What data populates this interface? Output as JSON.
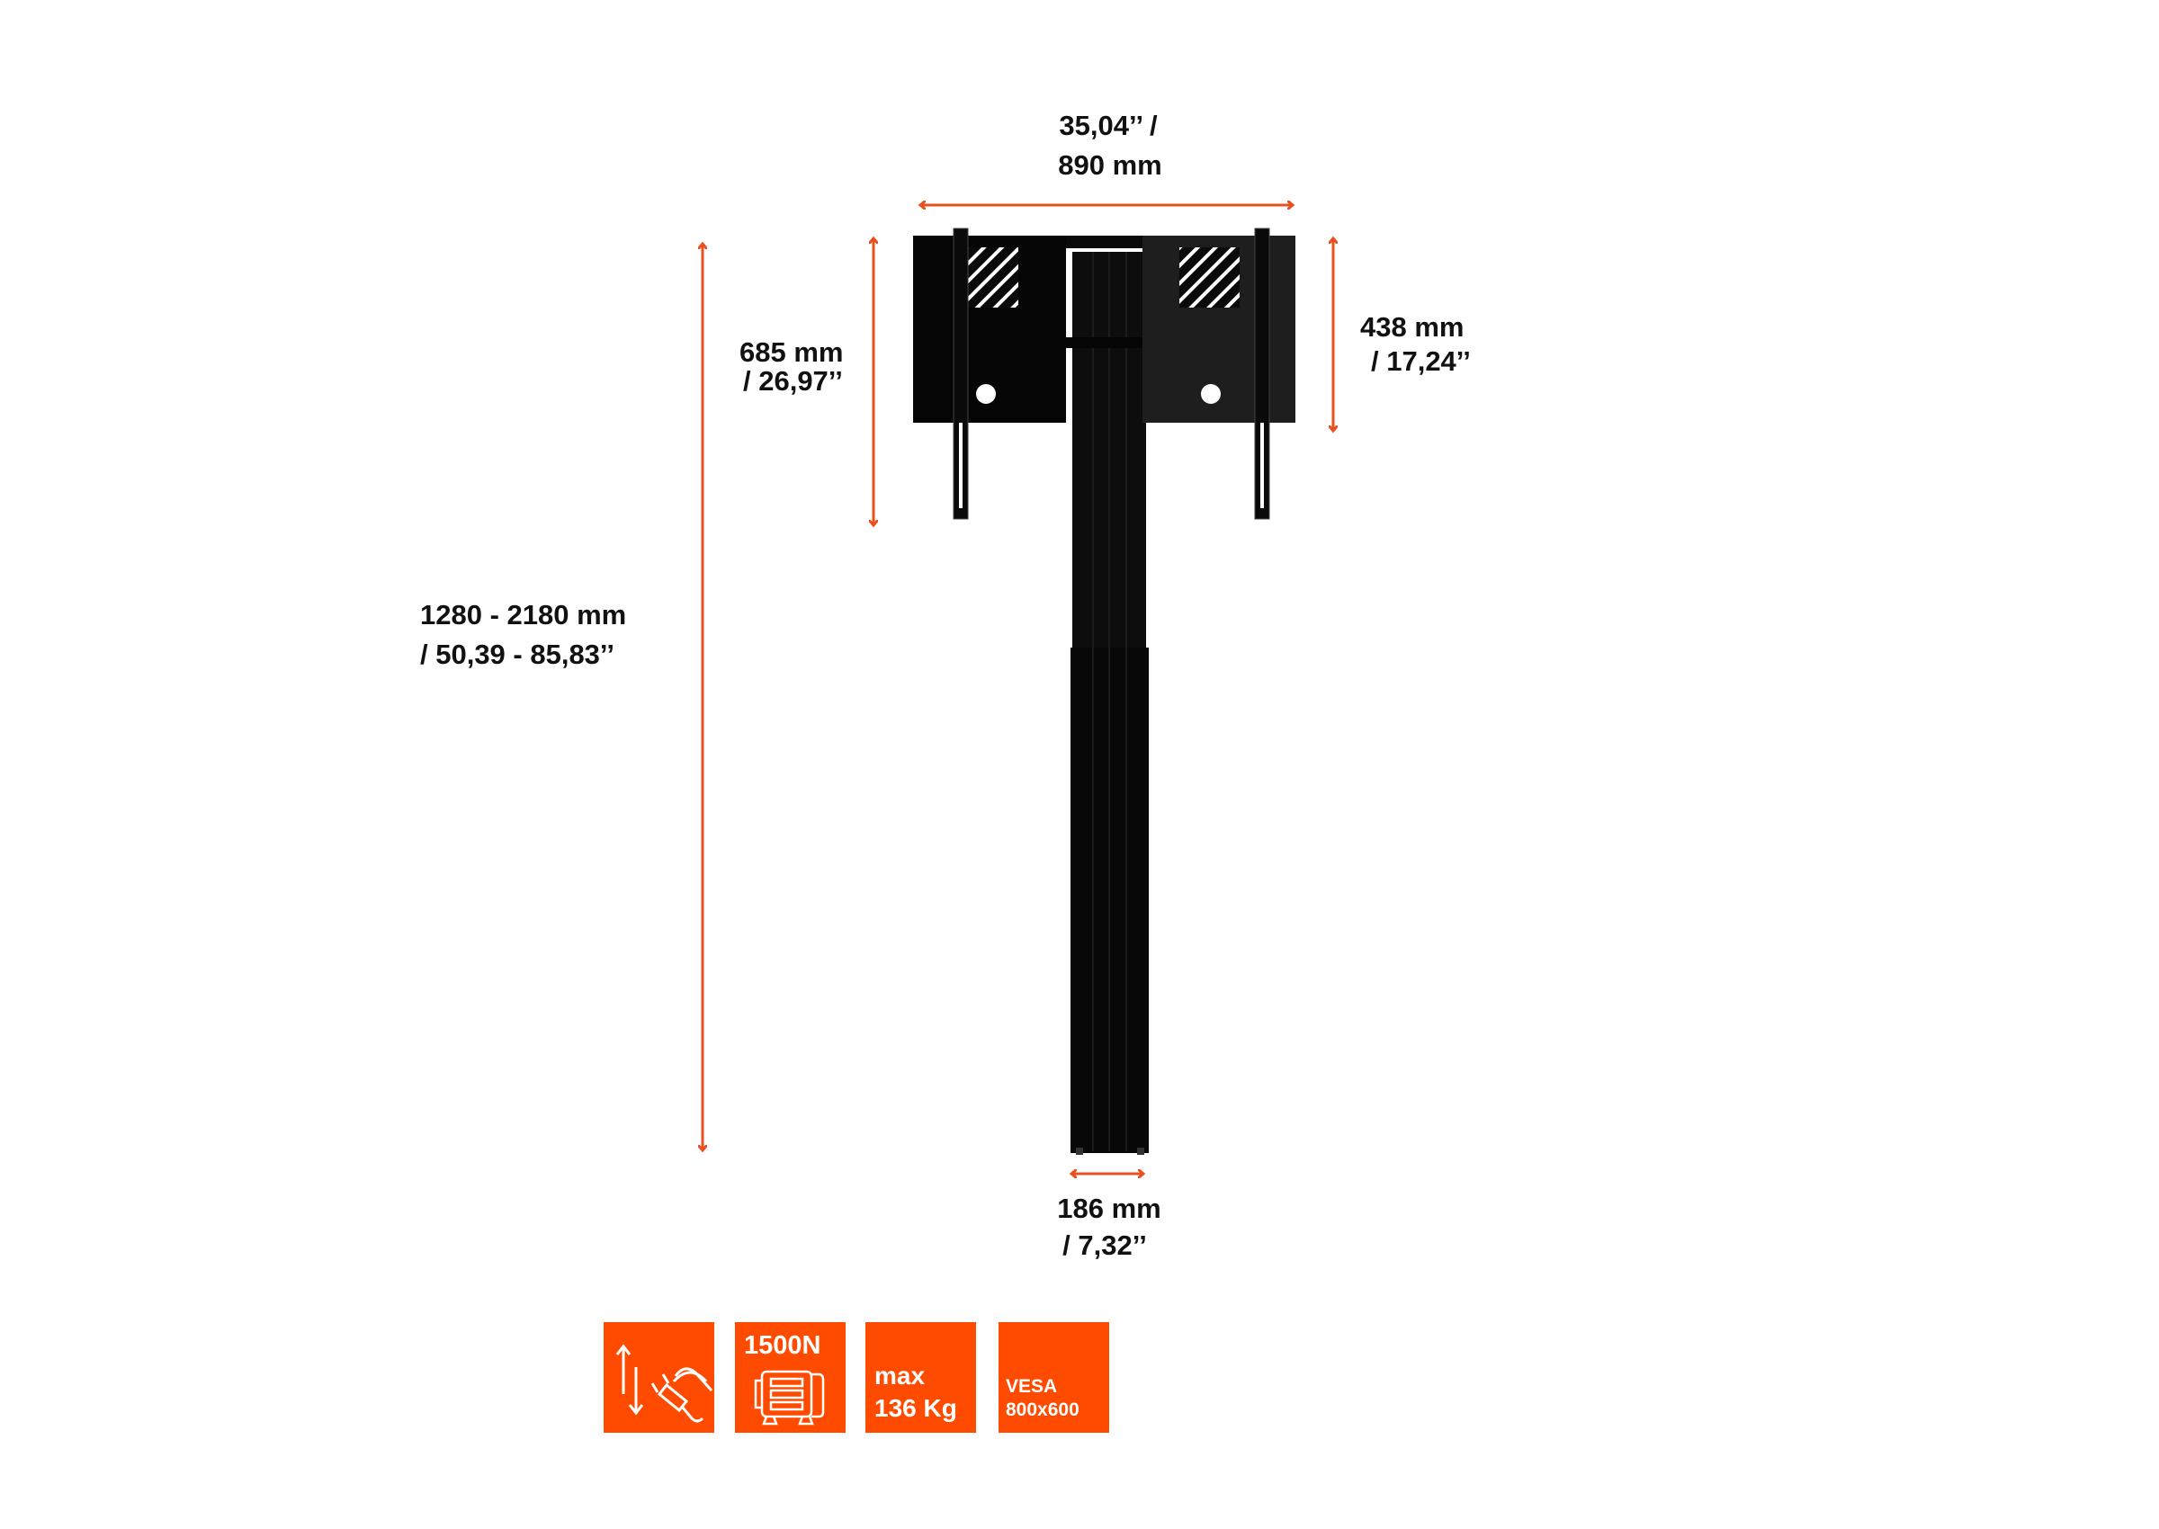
{
  "dimensions": {
    "width": {
      "line1": "35,04’’ /",
      "line2": "890 mm"
    },
    "height_range": {
      "line1": "1280 - 2180 mm",
      "line2": "/ 50,39 - 85,83’’"
    },
    "bracket_height": {
      "line1": "685 mm",
      "line2": "/ 26,97’’"
    },
    "plate_height": {
      "line1": "438 mm",
      "line2": "/ 17,24’’"
    },
    "column_width": {
      "line1": "186 mm",
      "line2": "/ 7,32’’"
    }
  },
  "badges": [
    {
      "icon": "electric-lift-plug-icon"
    },
    {
      "text": "1500N",
      "icon": "motor-icon"
    },
    {
      "line1": "max",
      "line2": "136 Kg"
    },
    {
      "line1": "VESA",
      "line2": "800x600"
    }
  ],
  "colors": {
    "accent": "#ff4b00",
    "arrow": "#e8501f",
    "product": "#0a0a0a"
  }
}
